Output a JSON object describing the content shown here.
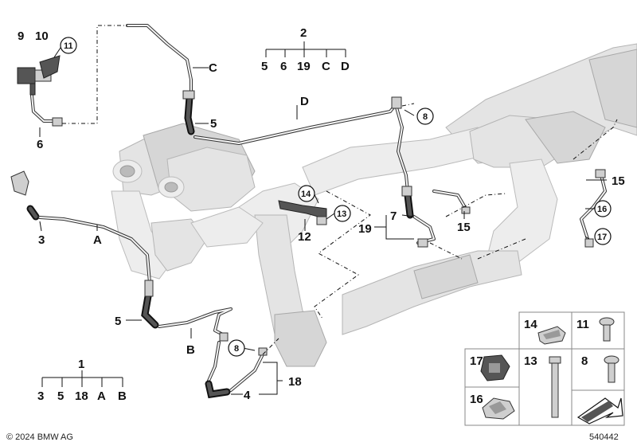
{
  "callouts": {
    "c1": "1",
    "c2": "2",
    "c3": "3",
    "c4": "4",
    "c5": "5",
    "c6": "6",
    "c7": "7",
    "c8": "8",
    "c9": "9",
    "c10": "10",
    "c11": "11",
    "c12": "12",
    "c13": "13",
    "c14": "14",
    "c15": "15",
    "c16": "16",
    "c17": "17",
    "c18": "18",
    "c19": "19",
    "cA": "A",
    "cB": "B",
    "cC": "C",
    "cD": "D"
  },
  "group_2": [
    "5",
    "6",
    "19",
    "C",
    "D"
  ],
  "group_1": [
    "3",
    "5",
    "18",
    "A",
    "B"
  ],
  "parts_grid": {
    "cells": [
      "14",
      "11",
      "17",
      "13",
      "8",
      "16"
    ]
  },
  "footer": {
    "copyright": "© 2024 BMW AG",
    "diagram_id": "540442"
  }
}
